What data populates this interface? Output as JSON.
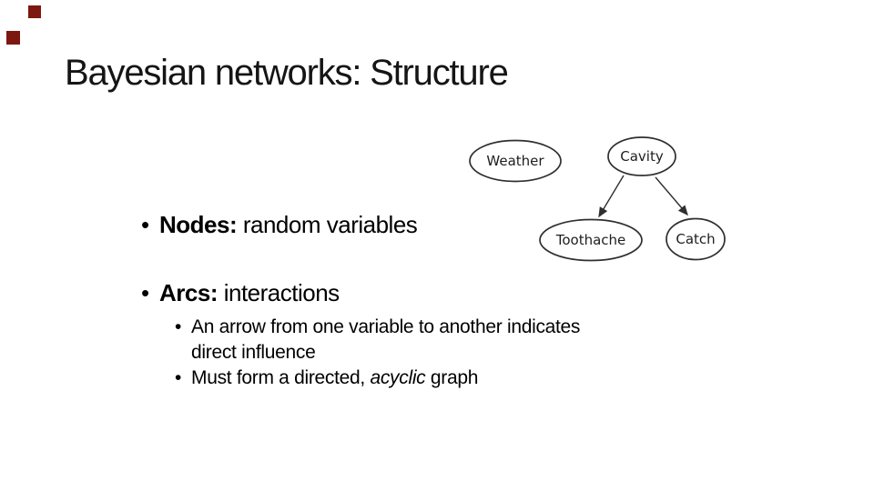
{
  "slide": {
    "title": "Bayesian networks: Structure",
    "decor": {
      "square_color": "#7D1810"
    },
    "content": {
      "bullet_char": "•",
      "bullets": [
        {
          "bold": "Nodes:",
          "rest": " random variables"
        },
        {
          "bold": "Arcs:",
          "rest": " interactions"
        }
      ],
      "sub_bullets": [
        {
          "lines": [
            "An arrow from one variable to another indicates",
            "direct influence"
          ]
        },
        {
          "pre": "Must form a directed, ",
          "italic": "acyclic",
          "post": " graph"
        }
      ]
    },
    "diagram": {
      "stroke_color": "#2F2F2F",
      "nodes": [
        {
          "id": "weather",
          "label": "Weather"
        },
        {
          "id": "cavity",
          "label": "Cavity"
        },
        {
          "id": "toothache",
          "label": "Toothache"
        },
        {
          "id": "catch",
          "label": "Catch"
        }
      ],
      "edges": [
        {
          "from": "cavity",
          "to": "toothache"
        },
        {
          "from": "cavity",
          "to": "catch"
        }
      ]
    }
  }
}
